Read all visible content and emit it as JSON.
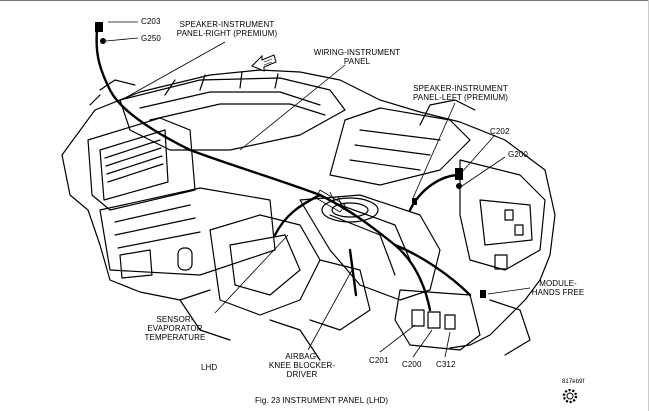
{
  "labels": {
    "c203": "C203",
    "g250": "G250",
    "speaker_right": "SPEAKER-INSTRUMENT\nPANEL-RIGHT (PREMIUM)",
    "wiring_panel": "WIRING-INSTRUMENT\nPANEL",
    "speaker_left": "SPEAKER-INSTRUMENT\nPANEL-LEFT (PREMIUM)",
    "c202": "C202",
    "g200": "G200",
    "module_hands_free": "MODULE-\nHANDS FREE",
    "sensor_evap": "SENSOR-\nEVAPORATOR\nTEMPERATURE",
    "airbag": "AIRBAG-\nKNEE BLOCKER-\nDRIVER",
    "lhd": "LHD",
    "c201": "C201",
    "c200": "C200",
    "c312": "C312",
    "ref_code": "817eb9f"
  },
  "caption": "Fig. 23  INSTRUMENT PANEL (LHD)",
  "icons": {
    "direction_arrow": "arrow-left-icon",
    "gear": "gear-icon"
  }
}
